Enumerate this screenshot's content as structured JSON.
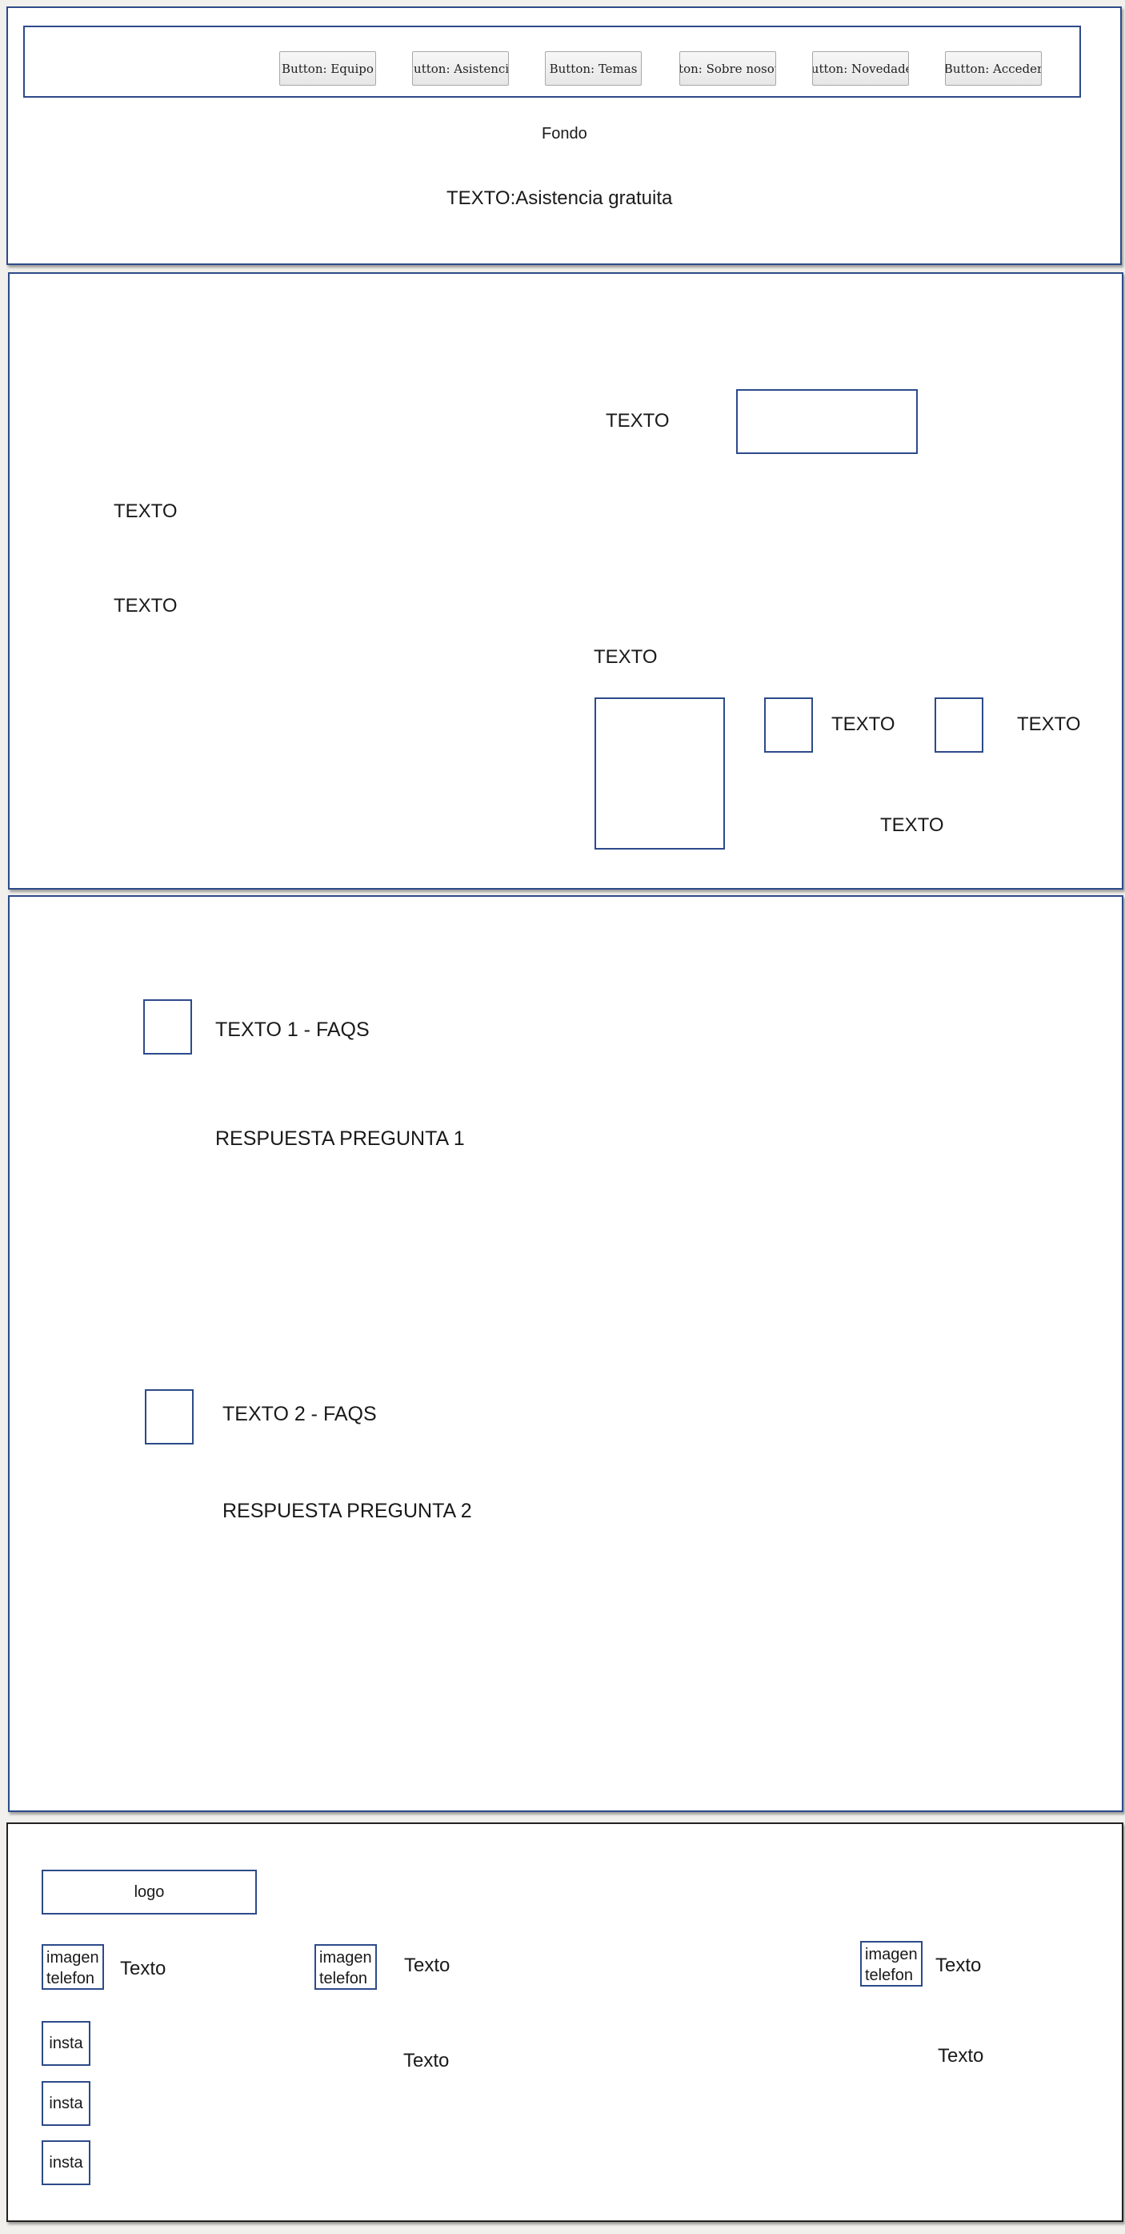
{
  "header": {
    "nav_buttons": [
      "Button: Equipo",
      "Button: Asistencia",
      "Button: Temas",
      "Button: Sobre nosotros",
      "Button: Novedades",
      "Button: Acceder"
    ],
    "background_label": "Fondo",
    "hero_text": "TEXTO:Asistencia gratuita"
  },
  "section2": {
    "text_top": "TEXTO",
    "text_left_1": "TEXTO",
    "text_left_2": "TEXTO",
    "text_mid": "TEXTO",
    "text_card_1": "TEXTO",
    "text_card_2": "TEXTO",
    "text_bottom": "TEXTO"
  },
  "faqs": {
    "items": [
      {
        "question": "TEXTO 1 - FAQS",
        "answer": "RESPUESTA PREGUNTA 1"
      },
      {
        "question": "TEXTO 2 - FAQS",
        "answer": "RESPUESTA PREGUNTA 2"
      }
    ]
  },
  "footer": {
    "logo": "logo",
    "phone_image": "imagen telefono",
    "texts": [
      "Texto",
      "Texto",
      "Texto",
      "Texto",
      "Texto"
    ],
    "social": [
      "insta",
      "insta",
      "insta"
    ]
  }
}
